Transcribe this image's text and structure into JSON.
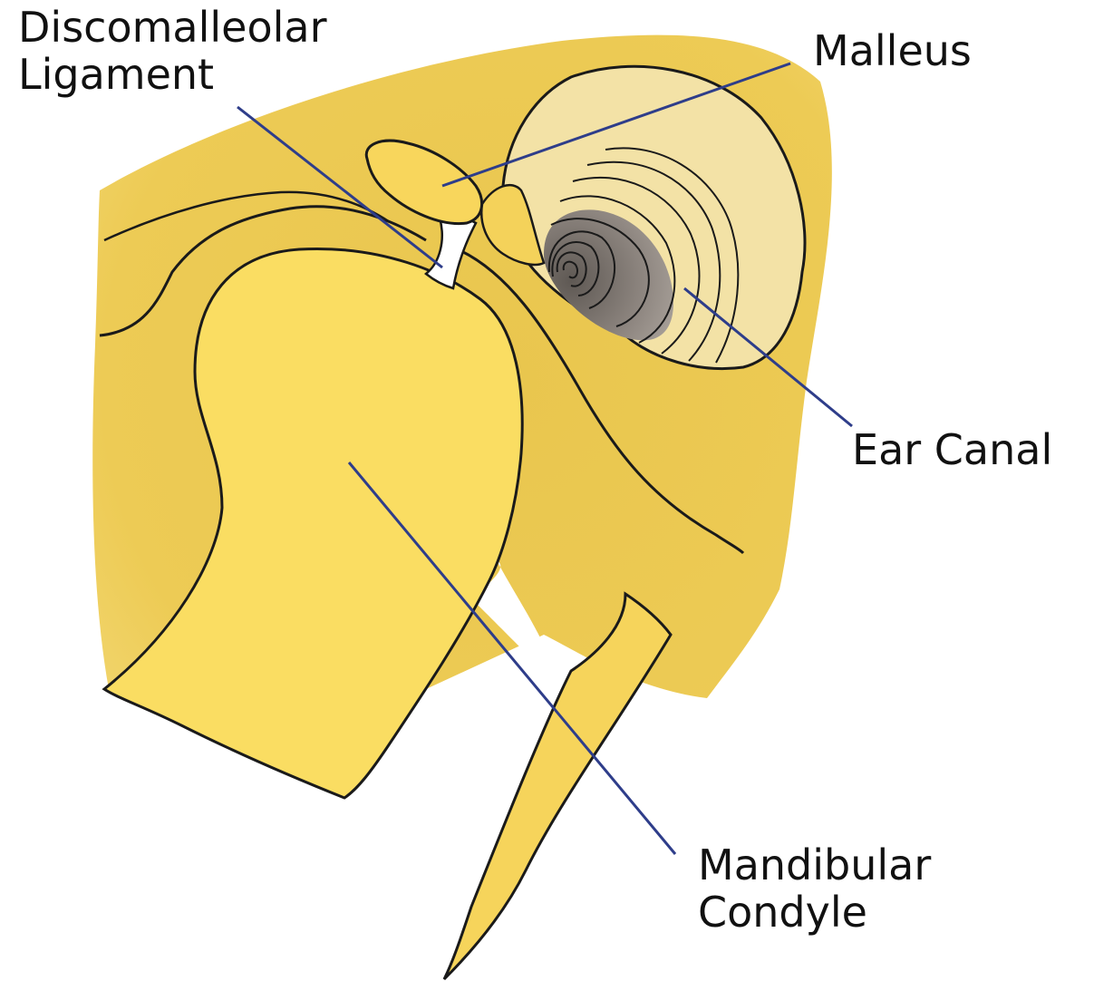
{
  "labels": {
    "discomalleolar_line1": "Discomalleolar",
    "discomalleolar_line2": "Ligament",
    "malleus": "Malleus",
    "ear_canal": "Ear Canal",
    "mandibular_line1": "Mandibular",
    "mandibular_line2": "Condyle"
  },
  "colors": {
    "background_tissue": "#EDCB52",
    "condyle": "#FADD62",
    "malleus": "#F8D65C",
    "ear_ring": "#F3E2A6",
    "canal_shadow": "#8F8781",
    "ligament": "#FFFFFF",
    "leader_line": "#2E3D8A",
    "outline": "#1A1A1A"
  }
}
